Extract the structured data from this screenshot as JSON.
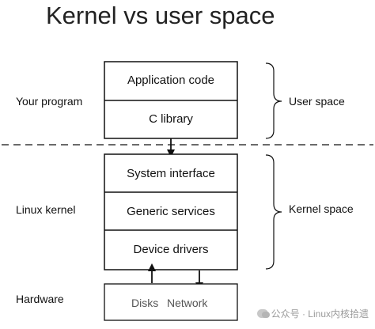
{
  "diagram": {
    "title": "Kernel vs user space",
    "side_labels": {
      "your_program": "Your program",
      "linux_kernel": "Linux kernel",
      "hardware": "Hardware"
    },
    "brace_labels": {
      "user_space": "User space",
      "kernel_space": "Kernel space"
    },
    "user_boxes": [
      "Application code",
      "C library"
    ],
    "kernel_boxes": [
      "System interface",
      "Generic services",
      "Device drivers"
    ],
    "hardware_box": {
      "disks": "Disks",
      "network": "Network"
    }
  },
  "watermark": {
    "text": "公众号 · Linux内核拾遗"
  },
  "colors": {
    "line": "#111111",
    "hardware_fill": "#ffffff"
  }
}
